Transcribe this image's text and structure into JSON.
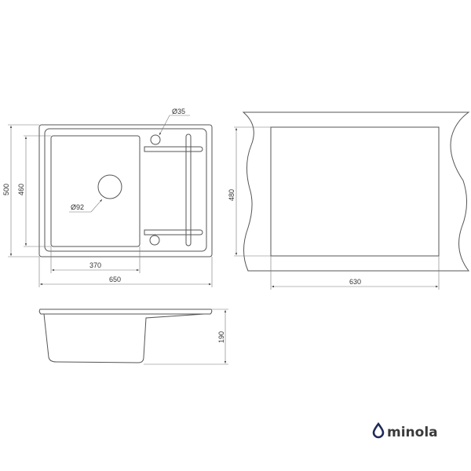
{
  "dimensions": {
    "overall_height": "500",
    "bowl_height": "460",
    "bowl_width": "370",
    "overall_width": "650",
    "cutout_height": "480",
    "cutout_width": "630",
    "depth": "190",
    "drain_diameter": "Ø92",
    "tap_hole_diameter": "Ø35"
  },
  "brand": {
    "name": "minola",
    "color": "#1f2a5a"
  }
}
